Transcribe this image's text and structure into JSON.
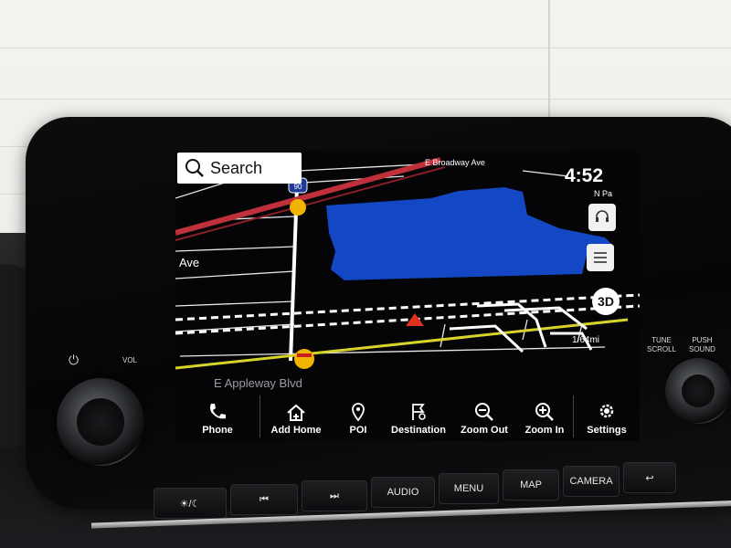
{
  "map": {
    "top_street": "E Broadway Ave",
    "left_street": "Ave",
    "highway_shield": "90",
    "current_road": "E Appleway Blvd",
    "scale": "1/64mi",
    "view_mode": "3D",
    "clock": "4:52",
    "direction": "N Pa"
  },
  "search": {
    "label": "Search"
  },
  "bottom_bar": {
    "items": [
      {
        "label": "Phone",
        "icon": "phone-icon"
      },
      {
        "label": "Add Home",
        "icon": "add-home-icon"
      },
      {
        "label": "POI",
        "icon": "poi-pin-icon"
      },
      {
        "label": "Destination",
        "icon": "destination-flag-icon"
      },
      {
        "label": "Zoom Out",
        "icon": "zoom-out-icon"
      },
      {
        "label": "Zoom In",
        "icon": "zoom-in-icon"
      },
      {
        "label": "Settings",
        "icon": "gear-icon"
      }
    ]
  },
  "hardware": {
    "vol_label": "VOL",
    "tune_scroll_label": "TUNE\nSCROLL",
    "push_sound_label": "PUSH\nSOUND",
    "buttons": [
      {
        "label": "☀/☾",
        "icon": "brightness-icon"
      },
      {
        "label": "⏮",
        "icon": "previous-track-icon"
      },
      {
        "label": "⏭",
        "icon": "next-track-icon"
      },
      {
        "label": "AUDIO"
      },
      {
        "label": "MENU"
      },
      {
        "label": "MAP"
      },
      {
        "label": "CAMERA"
      },
      {
        "label": "↩",
        "icon": "back-icon"
      }
    ]
  },
  "colors": {
    "lake": "#1447c4",
    "highway": "#c0303a",
    "yellow_road": "#d7d32a",
    "vehicle_arrow": "#e0301e",
    "poi_marker": "#f0b400"
  }
}
